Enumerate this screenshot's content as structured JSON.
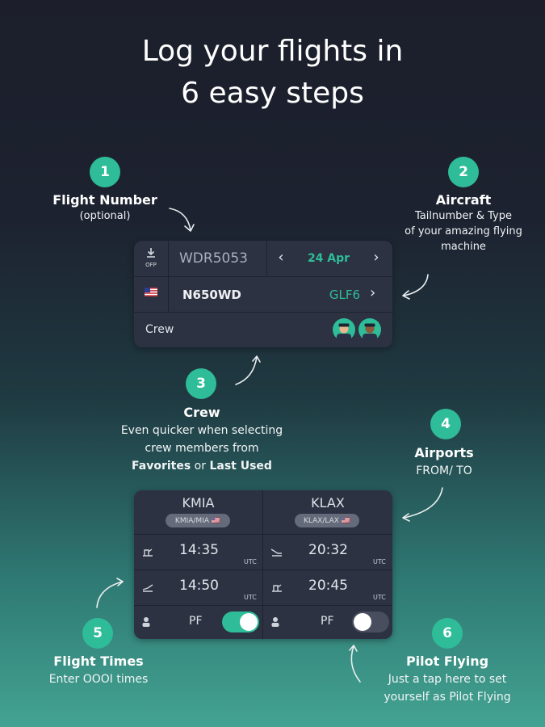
{
  "headline": {
    "line1": "Log your flights in",
    "line2": "6 easy steps"
  },
  "steps": [
    {
      "number": "1",
      "title": "Flight Number",
      "desc": "(optional)"
    },
    {
      "number": "2",
      "title": "Aircraft",
      "desc1": "Tailnumber & Type",
      "desc2": "of your amazing flying",
      "desc3": "machine"
    },
    {
      "number": "3",
      "title": "Crew",
      "desc1": "Even quicker when selecting",
      "desc2": "crew members from",
      "desc3_bold1": "Favorites",
      "desc3_mid": " or ",
      "desc3_bold2": "Last Used"
    },
    {
      "number": "4",
      "title": "Airports",
      "desc": "FROM/ TO"
    },
    {
      "number": "5",
      "title": "Flight Times",
      "desc": "Enter OOOI times"
    },
    {
      "number": "6",
      "title": "Pilot Flying",
      "desc1": "Just a tap here to set",
      "desc2": "yourself as Pilot Flying"
    }
  ],
  "flight_card": {
    "ofp_label": "OFP",
    "flight_number_placeholder": "WDR5053",
    "date": "24 Apr",
    "tail_number": "N650WD",
    "aircraft_type": "GLF6",
    "crew_label": "Crew"
  },
  "airport_card": {
    "from_code": "KMIA",
    "from_chip": "KMIA/MIA 🇺🇸",
    "to_code": "KLAX",
    "to_chip": "KLAX/LAX 🇺🇸",
    "out_time": "14:35",
    "off_time": "14:50",
    "on_time": "20:32",
    "in_time": "20:45",
    "utc_label": "UTC",
    "pf_label_left": "PF",
    "pf_label_right": "PF",
    "pf_left_on": true,
    "pf_right_on": false
  },
  "colors": {
    "accent": "#2fbc98",
    "card": "#2c3242",
    "background_top": "#1c1f2b",
    "background_bottom": "#43a392"
  },
  "icons": [
    "download-icon",
    "chevron-left-icon",
    "chevron-right-icon",
    "us-flag-icon",
    "pilot-avatar",
    "departure-icon",
    "takeoff-icon",
    "landing-icon",
    "arrival-icon",
    "seat-icon"
  ]
}
